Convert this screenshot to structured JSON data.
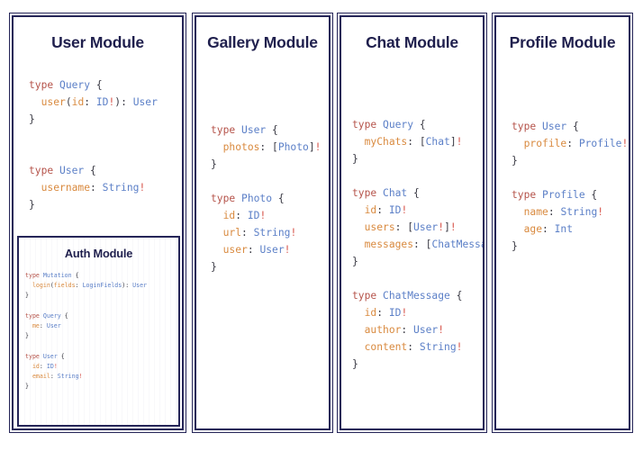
{
  "diagram": {
    "type": "graphql-schema-modules",
    "background": "#ffffff",
    "palette": {
      "border": "#252558",
      "heading": "#1f1f4d",
      "keyword": "#b5534a",
      "type_name": "#5b7fc7",
      "field_name": "#d98a3f",
      "punctuation": "#3a3a44",
      "non_null_bang": "#d8564c"
    }
  },
  "modules": [
    {
      "id": "user",
      "title": "User Module",
      "code_lines": [
        [
          {
            "t": "type ",
            "c": "kw"
          },
          {
            "t": "Query",
            "c": "tp"
          },
          {
            "t": " {",
            "c": "pn"
          }
        ],
        [
          {
            "t": "  ",
            "c": "pn"
          },
          {
            "t": "user",
            "c": "fld"
          },
          {
            "t": "(",
            "c": "pn"
          },
          {
            "t": "id",
            "c": "fld"
          },
          {
            "t": ": ",
            "c": "pn"
          },
          {
            "t": "ID",
            "c": "tp"
          },
          {
            "t": "!",
            "c": "bang"
          },
          {
            "t": "): ",
            "c": "pn"
          },
          {
            "t": "User",
            "c": "tp"
          }
        ],
        [
          {
            "t": "}",
            "c": "pn"
          }
        ],
        [
          {
            "t": "",
            "c": "pn"
          }
        ],
        [
          {
            "t": "",
            "c": "pn"
          }
        ],
        [
          {
            "t": "type ",
            "c": "kw"
          },
          {
            "t": "User",
            "c": "tp"
          },
          {
            "t": " {",
            "c": "pn"
          }
        ],
        [
          {
            "t": "  ",
            "c": "pn"
          },
          {
            "t": "username",
            "c": "fld"
          },
          {
            "t": ": ",
            "c": "pn"
          },
          {
            "t": "String",
            "c": "tp"
          },
          {
            "t": "!",
            "c": "bang"
          }
        ],
        [
          {
            "t": "}",
            "c": "pn"
          }
        ]
      ],
      "nested": {
        "id": "auth",
        "title": "Auth Module",
        "code_lines": [
          [
            {
              "t": "type ",
              "c": "kw"
            },
            {
              "t": "Mutation",
              "c": "tp"
            },
            {
              "t": " {",
              "c": "pn"
            }
          ],
          [
            {
              "t": "  ",
              "c": "pn"
            },
            {
              "t": "login",
              "c": "fld"
            },
            {
              "t": "(",
              "c": "pn"
            },
            {
              "t": "fields",
              "c": "fld"
            },
            {
              "t": ": ",
              "c": "pn"
            },
            {
              "t": "LoginFields",
              "c": "tp"
            },
            {
              "t": "): ",
              "c": "pn"
            },
            {
              "t": "User",
              "c": "tp"
            }
          ],
          [
            {
              "t": "}",
              "c": "pn"
            }
          ],
          [
            {
              "t": "",
              "c": "pn"
            }
          ],
          [
            {
              "t": "type ",
              "c": "kw"
            },
            {
              "t": "Query",
              "c": "tp"
            },
            {
              "t": " {",
              "c": "pn"
            }
          ],
          [
            {
              "t": "  ",
              "c": "pn"
            },
            {
              "t": "me",
              "c": "fld"
            },
            {
              "t": ": ",
              "c": "pn"
            },
            {
              "t": "User",
              "c": "tp"
            }
          ],
          [
            {
              "t": "}",
              "c": "pn"
            }
          ],
          [
            {
              "t": "",
              "c": "pn"
            }
          ],
          [
            {
              "t": "type ",
              "c": "kw"
            },
            {
              "t": "User",
              "c": "tp"
            },
            {
              "t": " {",
              "c": "pn"
            }
          ],
          [
            {
              "t": "  ",
              "c": "pn"
            },
            {
              "t": "id",
              "c": "fld"
            },
            {
              "t": ": ",
              "c": "pn"
            },
            {
              "t": "ID",
              "c": "tp"
            },
            {
              "t": "!",
              "c": "bang"
            }
          ],
          [
            {
              "t": "  ",
              "c": "pn"
            },
            {
              "t": "email",
              "c": "fld"
            },
            {
              "t": ": ",
              "c": "pn"
            },
            {
              "t": "String",
              "c": "tp"
            },
            {
              "t": "!",
              "c": "bang"
            }
          ],
          [
            {
              "t": "}",
              "c": "pn"
            }
          ]
        ]
      }
    },
    {
      "id": "gallery",
      "title": "Gallery Module",
      "code_lines": [
        [
          {
            "t": "type ",
            "c": "kw"
          },
          {
            "t": "User",
            "c": "tp"
          },
          {
            "t": " {",
            "c": "pn"
          }
        ],
        [
          {
            "t": "  ",
            "c": "pn"
          },
          {
            "t": "photos",
            "c": "fld"
          },
          {
            "t": ": [",
            "c": "pn"
          },
          {
            "t": "Photo",
            "c": "tp"
          },
          {
            "t": "]",
            "c": "pn"
          },
          {
            "t": "!",
            "c": "bang"
          }
        ],
        [
          {
            "t": "}",
            "c": "pn"
          }
        ],
        [
          {
            "t": "",
            "c": "pn"
          }
        ],
        [
          {
            "t": "type ",
            "c": "kw"
          },
          {
            "t": "Photo",
            "c": "tp"
          },
          {
            "t": " {",
            "c": "pn"
          }
        ],
        [
          {
            "t": "  ",
            "c": "pn"
          },
          {
            "t": "id",
            "c": "fld"
          },
          {
            "t": ": ",
            "c": "pn"
          },
          {
            "t": "ID",
            "c": "tp"
          },
          {
            "t": "!",
            "c": "bang"
          }
        ],
        [
          {
            "t": "  ",
            "c": "pn"
          },
          {
            "t": "url",
            "c": "fld"
          },
          {
            "t": ": ",
            "c": "pn"
          },
          {
            "t": "String",
            "c": "tp"
          },
          {
            "t": "!",
            "c": "bang"
          }
        ],
        [
          {
            "t": "  ",
            "c": "pn"
          },
          {
            "t": "user",
            "c": "fld"
          },
          {
            "t": ": ",
            "c": "pn"
          },
          {
            "t": "User",
            "c": "tp"
          },
          {
            "t": "!",
            "c": "bang"
          }
        ],
        [
          {
            "t": "}",
            "c": "pn"
          }
        ]
      ]
    },
    {
      "id": "chat",
      "title": "Chat Module",
      "code_lines": [
        [
          {
            "t": "type ",
            "c": "kw"
          },
          {
            "t": "Query",
            "c": "tp"
          },
          {
            "t": " {",
            "c": "pn"
          }
        ],
        [
          {
            "t": "  ",
            "c": "pn"
          },
          {
            "t": "myChats",
            "c": "fld"
          },
          {
            "t": ": [",
            "c": "pn"
          },
          {
            "t": "Chat",
            "c": "tp"
          },
          {
            "t": "]",
            "c": "pn"
          },
          {
            "t": "!",
            "c": "bang"
          }
        ],
        [
          {
            "t": "}",
            "c": "pn"
          }
        ],
        [
          {
            "t": "",
            "c": "pn"
          }
        ],
        [
          {
            "t": "type ",
            "c": "kw"
          },
          {
            "t": "Chat",
            "c": "tp"
          },
          {
            "t": " {",
            "c": "pn"
          }
        ],
        [
          {
            "t": "  ",
            "c": "pn"
          },
          {
            "t": "id",
            "c": "fld"
          },
          {
            "t": ": ",
            "c": "pn"
          },
          {
            "t": "ID",
            "c": "tp"
          },
          {
            "t": "!",
            "c": "bang"
          }
        ],
        [
          {
            "t": "  ",
            "c": "pn"
          },
          {
            "t": "users",
            "c": "fld"
          },
          {
            "t": ": [",
            "c": "pn"
          },
          {
            "t": "User",
            "c": "tp"
          },
          {
            "t": "!",
            "c": "bang"
          },
          {
            "t": "]",
            "c": "pn"
          },
          {
            "t": "!",
            "c": "bang"
          }
        ],
        [
          {
            "t": "  ",
            "c": "pn"
          },
          {
            "t": "messages",
            "c": "fld"
          },
          {
            "t": ": [",
            "c": "pn"
          },
          {
            "t": "ChatMessage",
            "c": "tp"
          },
          {
            "t": "]",
            "c": "pn"
          },
          {
            "t": "!",
            "c": "bang"
          }
        ],
        [
          {
            "t": "}",
            "c": "pn"
          }
        ],
        [
          {
            "t": "",
            "c": "pn"
          }
        ],
        [
          {
            "t": "type ",
            "c": "kw"
          },
          {
            "t": "ChatMessage",
            "c": "tp"
          },
          {
            "t": " {",
            "c": "pn"
          }
        ],
        [
          {
            "t": "  ",
            "c": "pn"
          },
          {
            "t": "id",
            "c": "fld"
          },
          {
            "t": ": ",
            "c": "pn"
          },
          {
            "t": "ID",
            "c": "tp"
          },
          {
            "t": "!",
            "c": "bang"
          }
        ],
        [
          {
            "t": "  ",
            "c": "pn"
          },
          {
            "t": "author",
            "c": "fld"
          },
          {
            "t": ": ",
            "c": "pn"
          },
          {
            "t": "User",
            "c": "tp"
          },
          {
            "t": "!",
            "c": "bang"
          }
        ],
        [
          {
            "t": "  ",
            "c": "pn"
          },
          {
            "t": "content",
            "c": "fld"
          },
          {
            "t": ": ",
            "c": "pn"
          },
          {
            "t": "String",
            "c": "tp"
          },
          {
            "t": "!",
            "c": "bang"
          }
        ],
        [
          {
            "t": "}",
            "c": "pn"
          }
        ]
      ]
    },
    {
      "id": "profile",
      "title": "Profile Module",
      "code_lines": [
        [
          {
            "t": "type ",
            "c": "kw"
          },
          {
            "t": "User",
            "c": "tp"
          },
          {
            "t": " {",
            "c": "pn"
          }
        ],
        [
          {
            "t": "  ",
            "c": "pn"
          },
          {
            "t": "profile",
            "c": "fld"
          },
          {
            "t": ": ",
            "c": "pn"
          },
          {
            "t": "Profile",
            "c": "tp"
          },
          {
            "t": "!",
            "c": "bang"
          }
        ],
        [
          {
            "t": "}",
            "c": "pn"
          }
        ],
        [
          {
            "t": "",
            "c": "pn"
          }
        ],
        [
          {
            "t": "type ",
            "c": "kw"
          },
          {
            "t": "Profile",
            "c": "tp"
          },
          {
            "t": " {",
            "c": "pn"
          }
        ],
        [
          {
            "t": "  ",
            "c": "pn"
          },
          {
            "t": "name",
            "c": "fld"
          },
          {
            "t": ": ",
            "c": "pn"
          },
          {
            "t": "String",
            "c": "tp"
          },
          {
            "t": "!",
            "c": "bang"
          }
        ],
        [
          {
            "t": "  ",
            "c": "pn"
          },
          {
            "t": "age",
            "c": "fld"
          },
          {
            "t": ": ",
            "c": "pn"
          },
          {
            "t": "Int",
            "c": "tp"
          }
        ],
        [
          {
            "t": "}",
            "c": "pn"
          }
        ]
      ]
    }
  ]
}
